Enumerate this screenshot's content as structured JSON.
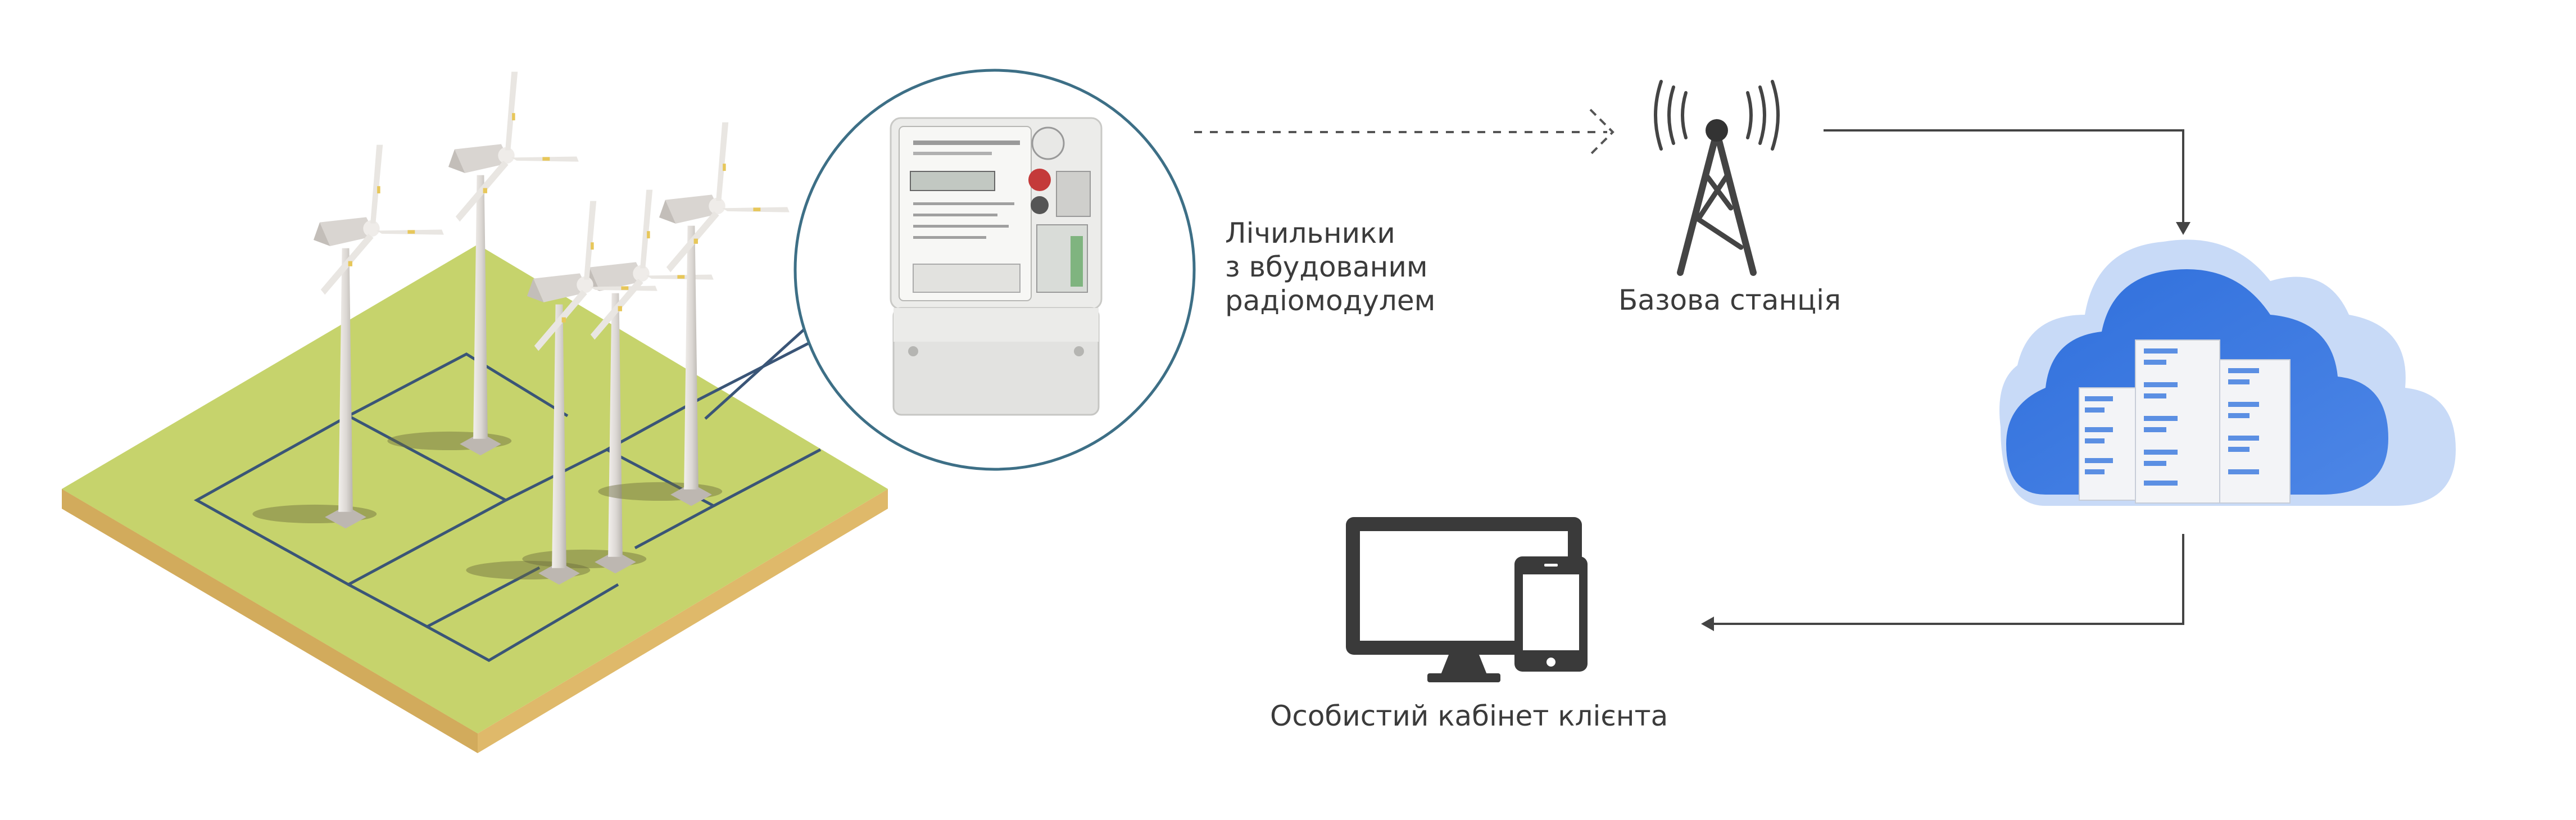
{
  "labels": {
    "meter_line1": "Лічильники",
    "meter_line2": "з вбудованим",
    "meter_line3": "радіомодулем",
    "base_station": "Базова станція",
    "client_cabinet": "Особистий кабінет клієнта"
  },
  "colors": {
    "grass": "#c6d36c",
    "soil": "#dfb96a",
    "cable": "#3a5577",
    "turbine": "#dcd8d4",
    "arrow": "#444444",
    "cloud_dark": "#2f6fdc",
    "cloud_light": "#bcd2f5",
    "device": "#3a3a3a"
  },
  "icons": [
    "wind-turbine-icon",
    "electricity-meter-icon",
    "radio-tower-icon",
    "cloud-server-icon",
    "monitor-icon",
    "tablet-icon"
  ]
}
